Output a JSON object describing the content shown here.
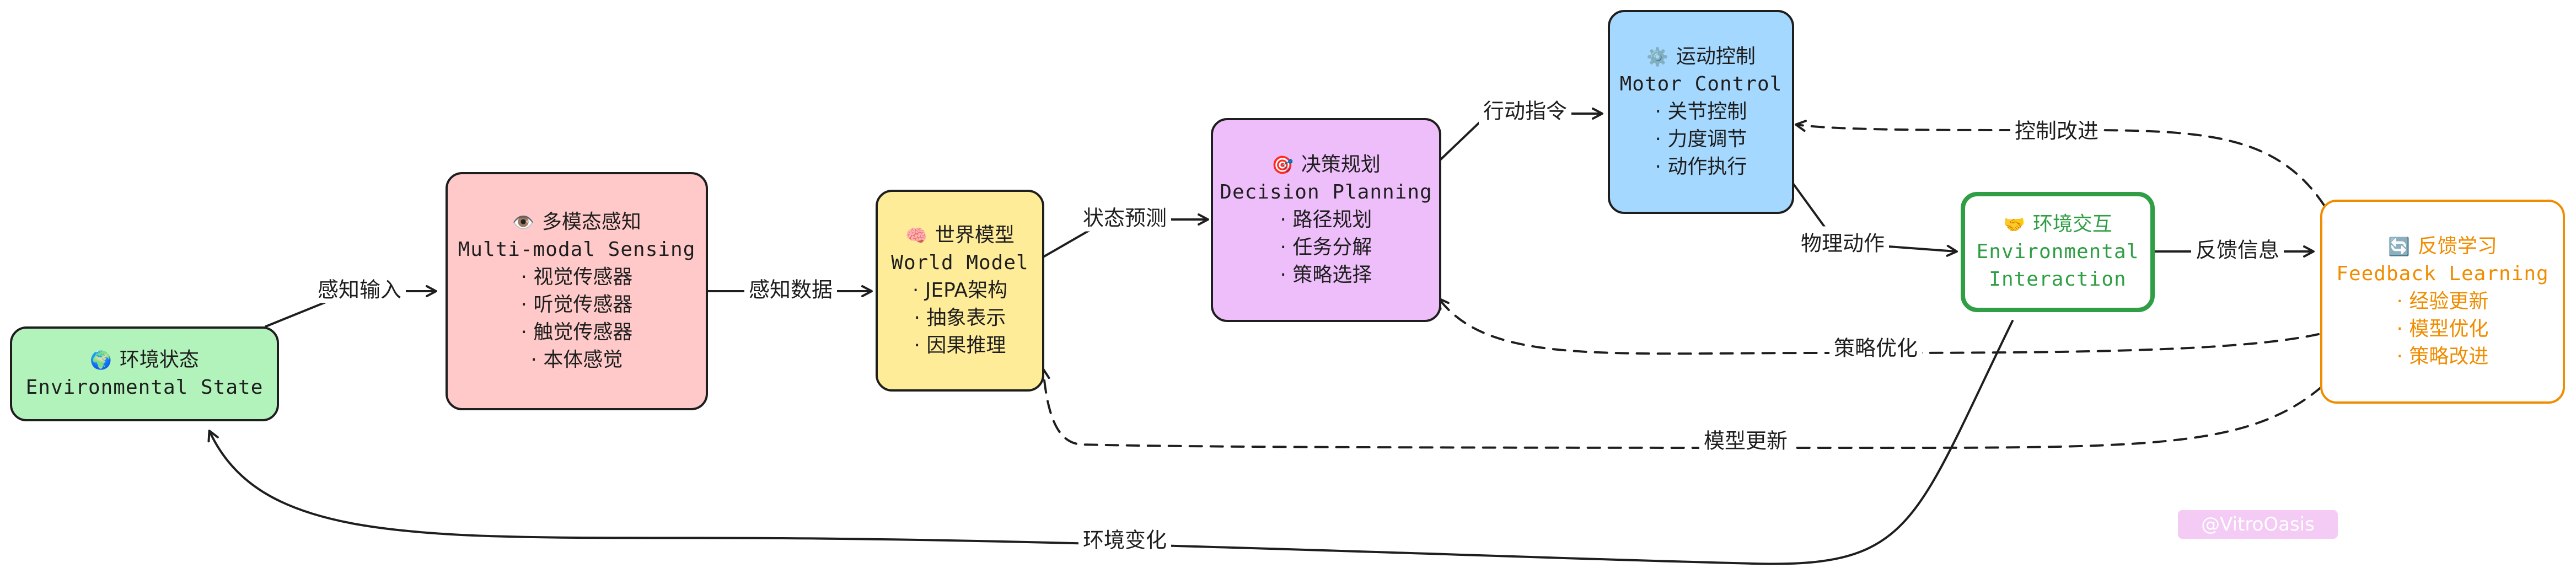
{
  "nodes": {
    "env_state": {
      "emoji": "🌍",
      "title": "环境状态",
      "en": "Environmental State",
      "bullets": [],
      "fill": "#b2f2bb",
      "stroke": "#1e1e1e",
      "text": "#1e1e1e"
    },
    "sensing": {
      "emoji": "👁️",
      "title": "多模态感知",
      "en": "Multi-modal Sensing",
      "bullets": [
        "· 视觉传感器",
        "· 听觉传感器",
        "· 触觉传感器",
        "· 本体感觉"
      ],
      "fill": "#ffc9c9",
      "stroke": "#1e1e1e",
      "text": "#1e1e1e"
    },
    "world_model": {
      "emoji": "🧠",
      "title": "世界模型",
      "en": "World Model",
      "bullets": [
        "· JEPA架构",
        "· 抽象表示",
        "· 因果推理"
      ],
      "fill": "#ffec99",
      "stroke": "#1e1e1e",
      "text": "#1e1e1e"
    },
    "planning": {
      "emoji": "🎯",
      "title": "决策规划",
      "en": "Decision Planning",
      "bullets": [
        "· 路径规划",
        "· 任务分解",
        "· 策略选择"
      ],
      "fill": "#eebefa",
      "stroke": "#1e1e1e",
      "text": "#1e1e1e"
    },
    "motor": {
      "emoji": "⚙️",
      "title": "运动控制",
      "en": "Motor Control",
      "bullets": [
        "· 关节控制",
        "· 力度调节",
        "· 动作执行"
      ],
      "fill": "#a5d8ff",
      "stroke": "#1e1e1e",
      "text": "#1e1e1e"
    },
    "interaction": {
      "emoji": "🤝",
      "title": "环境交互",
      "en": "Environmental Interaction",
      "bullets": [],
      "fill": "#ffffff",
      "stroke": "#2f9e44",
      "text": "#2f9e44"
    },
    "feedback": {
      "emoji": "🔄",
      "title": "反馈学习",
      "en": "Feedback Learning",
      "bullets": [
        "· 经验更新",
        "· 模型优化",
        "· 策略改进"
      ],
      "fill": "#ffffff",
      "stroke": "#f08c00",
      "text": "#f08c00"
    }
  },
  "edge_labels": {
    "perception_input": "感知输入",
    "perception_data": "感知数据",
    "state_prediction": "状态预测",
    "action_command": "行动指令",
    "physical_action": "物理动作",
    "feedback_info": "反馈信息",
    "control_improve": "控制改进",
    "strategy_optimize": "策略优化",
    "model_update": "模型更新",
    "env_change": "环境变化"
  },
  "watermark": "@VitroOasis"
}
